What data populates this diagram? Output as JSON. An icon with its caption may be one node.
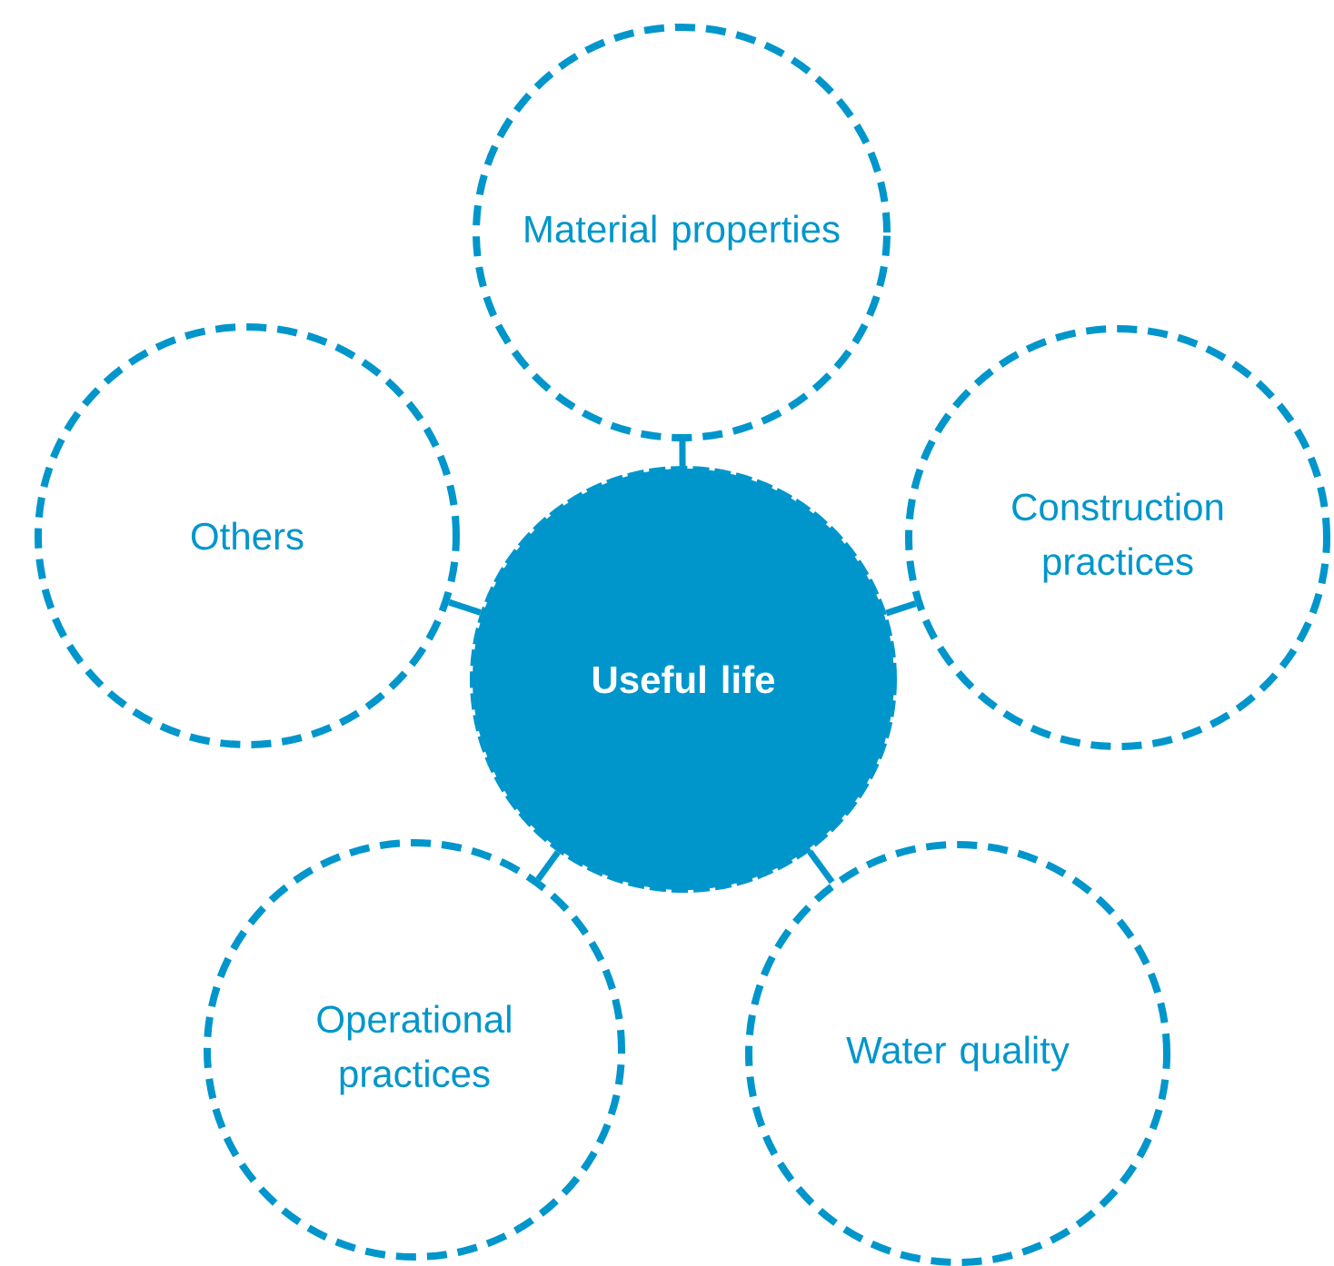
{
  "diagram": {
    "nodes": [
      {
        "text": [
          "Material properties"
        ]
      },
      {
        "text": [
          "Others"
        ]
      },
      {
        "text": [
          "Useful life"
        ]
      },
      {
        "text": [
          "Construction practices"
        ]
      },
      {
        "text": [
          "Operational practices"
        ]
      },
      {
        "text": [
          "Water quality"
        ]
      }
    ],
    "edges": [
      {
        "from": 2,
        "to": 0,
        "arrow": "none"
      },
      {
        "from": 2,
        "to": 1,
        "arrow": "none"
      },
      {
        "from": 2,
        "to": 3,
        "arrow": "none"
      },
      {
        "from": 2,
        "to": 4,
        "arrow": "none"
      },
      {
        "from": 2,
        "to": 5,
        "arrow": "none"
      }
    ]
  }
}
